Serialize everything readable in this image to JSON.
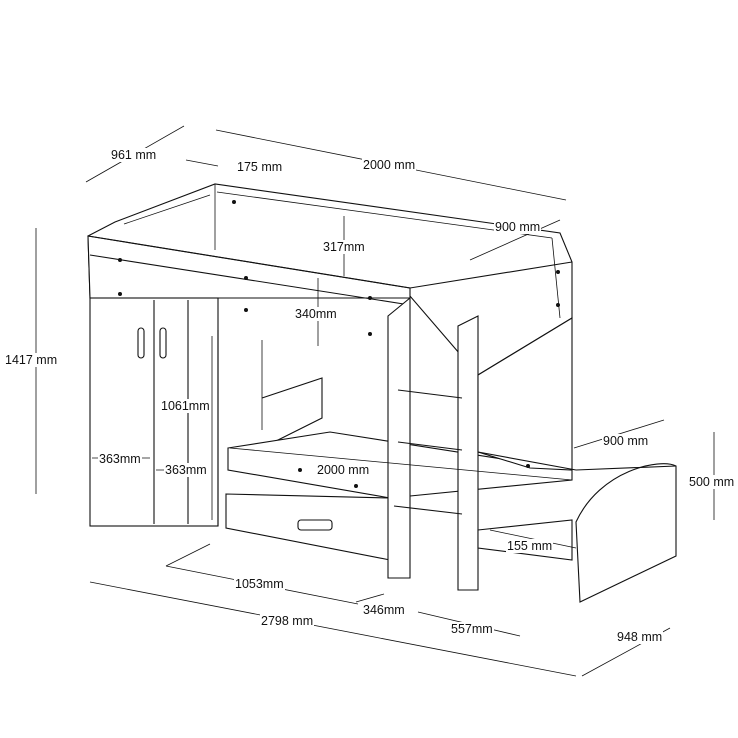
{
  "dimensions": {
    "depth_top": "961 mm",
    "offset_top": "175 mm",
    "length_top": "2000 mm",
    "bed_width_top": "900 mm",
    "rail_height": "317mm",
    "under_rail": "340mm",
    "total_height": "1417 mm",
    "lower_height": "1061mm",
    "wardrobe_left": "363mm",
    "wardrobe_right": "363mm",
    "length_lower": "2000 mm",
    "trundle_width": "900 mm",
    "trundle_height": "500 mm",
    "trundle_gap": "155 mm",
    "lower_bed_length": "1053mm",
    "ladder_width": "346mm",
    "ladder_gap": "557mm",
    "total_length": "2798 mm",
    "total_depth": "948 mm"
  }
}
